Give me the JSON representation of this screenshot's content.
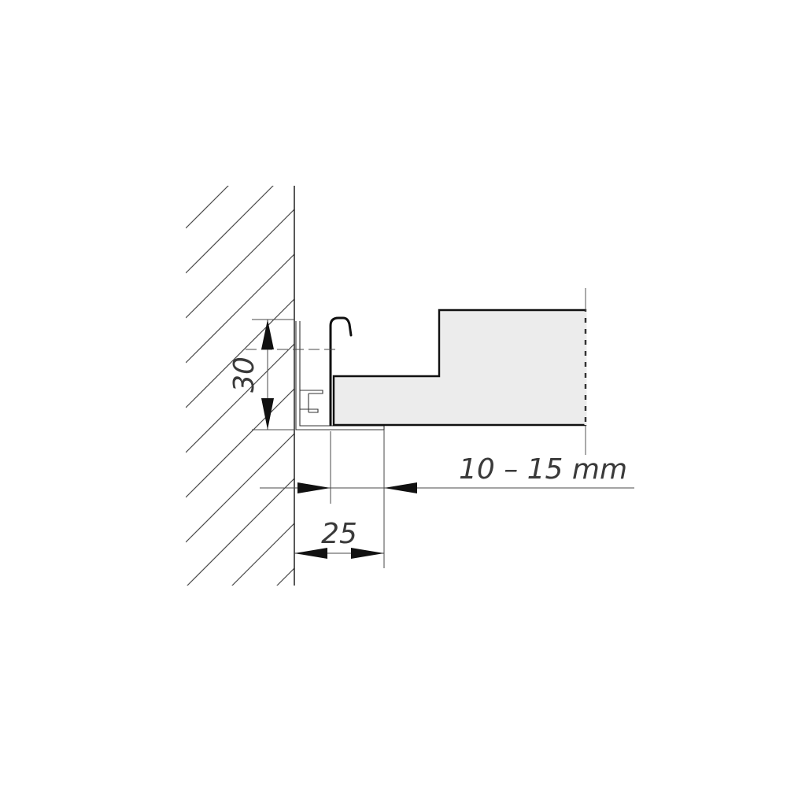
{
  "diagram": {
    "dimensions": {
      "height_label": "30",
      "width_label": "25",
      "gap_label": "10 – 15 mm"
    },
    "colors": {
      "line": "#111111",
      "panel_fill": "#ececec",
      "hatch": "#4a4a4a"
    }
  }
}
